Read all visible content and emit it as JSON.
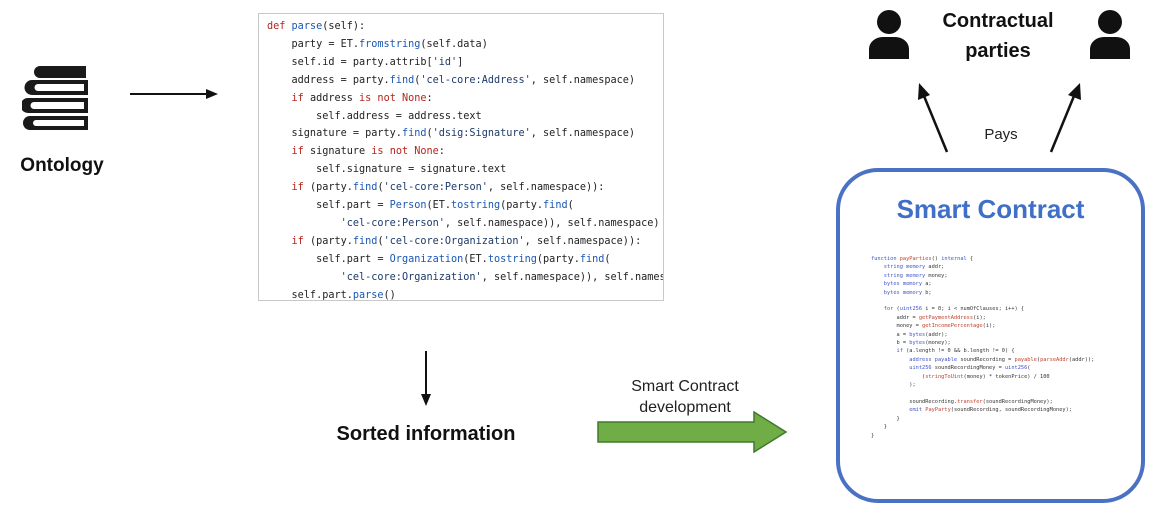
{
  "ontology": {
    "label": "Ontology",
    "icon": "books-stack-icon"
  },
  "sorted_info": {
    "label": "Sorted information"
  },
  "development": {
    "line1": "Smart Contract",
    "line2": "development"
  },
  "contractual_parties": {
    "line1": "Contractual",
    "line2": "parties",
    "icon": "person-icon"
  },
  "pays": {
    "label": "Pays"
  },
  "smart_contract": {
    "title": "Smart Contract"
  },
  "colors": {
    "accent_blue": "#4a72c3",
    "arrow_green": "#70ad47",
    "arrow_green_border": "#3f7a2b"
  },
  "python_code": [
    "def parse(self):",
    "    party = ET.fromstring(self.data)",
    "    self.id = party.attrib['id']",
    "    address = party.find('cel-core:Address', self.namespace)",
    "    if address is not None:",
    "        self.address = address.text",
    "    signature = party.find('dsig:Signature', self.namespace)",
    "    if signature is not None:",
    "        self.signature = signature.text",
    "    if (party.find('cel-core:Person', self.namespace)):",
    "        self.part = Person(ET.tostring(party.find(",
    "            'cel-core:Person', self.namespace)), self.namespace)",
    "    if (party.find('cel-core:Organization', self.namespace)):",
    "        self.part = Organization(ET.tostring(party.find(",
    "            'cel-core:Organization', self.namespace)), self.namespace)",
    "    self.part.parse()"
  ],
  "solidity_code": [
    "function payParties() internal {",
    "    string memory addr;",
    "    string memory money;",
    "    bytes memory a;",
    "    bytes memory b;",
    "",
    "    for (uint256 i = 0; i < numOfClauses; i++) {",
    "        addr = getPaymentAddress(i);",
    "        money = getIncomePercentage(i);",
    "        a = bytes(addr);",
    "        b = bytes(money);",
    "        if (a.length != 0 && b.length != 0) {",
    "            address payable soundRecording = payable(parseAddr(addr));",
    "            uint256 soundRecordingMoney = uint256(",
    "                (stringToUint(money) * tokenPrice) / 100",
    "            );",
    "",
    "            soundRecording.transfer(soundRecordingMoney);",
    "            emit PayParty(soundRecording, soundRecordingMoney);",
    "        }",
    "    }",
    "}"
  ]
}
